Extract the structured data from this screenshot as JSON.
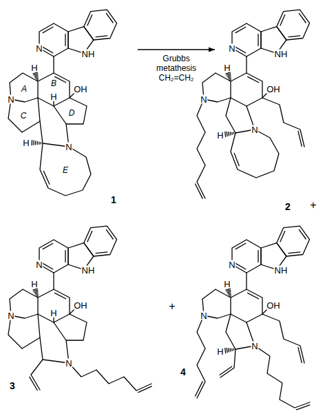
{
  "diagram": {
    "nodes": [
      {
        "text": [
          "1"
        ]
      },
      {
        "text": [
          "2"
        ]
      },
      {
        "text": [
          "3"
        ]
      },
      {
        "text": [
          "4"
        ]
      }
    ],
    "edges": [
      {
        "from": 0,
        "to": 1,
        "arrow": "to",
        "label": "Grubbs metathesis CH₂=CH₂"
      }
    ],
    "labels": [
      "N",
      "NH",
      "H",
      "A",
      "B",
      "OH",
      "N",
      "C",
      "D",
      "H",
      "H",
      "N",
      "E",
      "N",
      "NH",
      "H",
      "OH",
      "N",
      "H",
      "N",
      "+",
      "N",
      "NH",
      "H",
      "OH",
      "N",
      "H",
      "N",
      "+",
      "N",
      "NH",
      "H",
      "OH",
      "N",
      "H",
      "N"
    ]
  }
}
